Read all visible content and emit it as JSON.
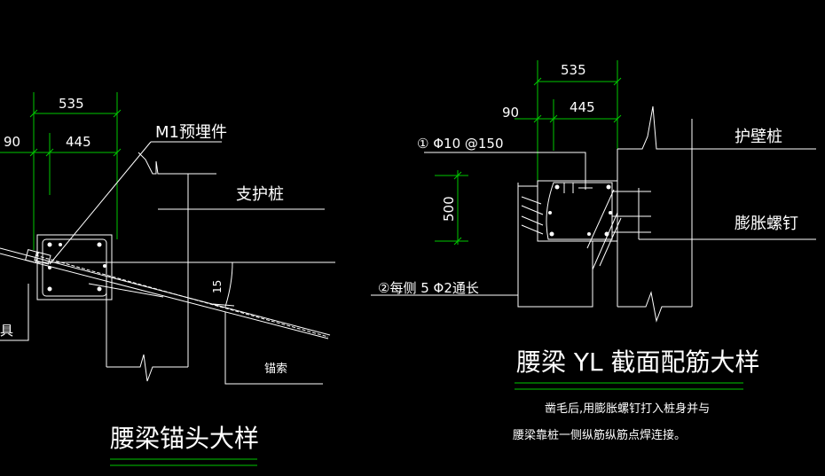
{
  "colors": {
    "background": "#000000",
    "line": "#ffffff",
    "dimension": "#00c800",
    "title_underline": "#00c800"
  },
  "left_detail": {
    "dim_535": "535",
    "dim_445": "445",
    "dim_90": "90",
    "label_m1": "M1预埋件",
    "label_pile": "支护桩",
    "label_anchor_cable": "锚索",
    "label_angle": "15",
    "label_anchorage_partial": "具",
    "title": "腰梁锚头大样"
  },
  "right_detail": {
    "dim_535": "535",
    "dim_445": "445",
    "dim_90": "90",
    "dim_500": "500",
    "label_stirrup": "① Φ10 @150",
    "label_long_bar": "②每侧 5 Φ2通长",
    "label_wall_pile": "护壁桩",
    "label_expansion_bolt": "膨胀螺钉",
    "title": "腰梁 YL 截面配筋大样",
    "note_line1": "凿毛后,用膨胀螺钉打入桩身并与",
    "note_line2": "腰梁靠桩一侧纵筋纵筋点焊连接。"
  }
}
